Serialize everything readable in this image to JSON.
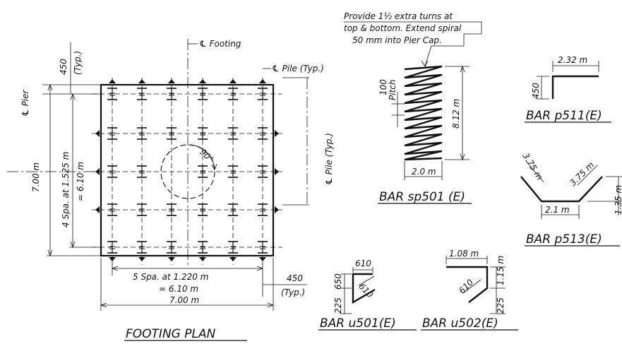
{
  "footing_plan": {
    "title": "FOOTING PLAN",
    "cl_footing": "℄ Footing",
    "cl_pile_top": "℄ Pile (Typ.)",
    "cl_pile_right": "℄ Pile (Typ.)",
    "cl_pier": "℄ Pier",
    "top_typ_dim": "450",
    "top_typ_label": "(Typ.)",
    "overall_v": "7.00 m",
    "spacing_v": "4 Spa. at 1.525 m",
    "spacing_v_total": "= 6.10 m",
    "angle": "90°",
    "spacing_h": "5 Spa. at 1.220 m",
    "spacing_h_total": "= 6.10 m",
    "overall_h": "7.00 m",
    "right_typ_dim": "450",
    "right_typ_label": "(Typ.)"
  },
  "spiral_note": {
    "line1": "Provide 1½ extra turns at",
    "line2": "top & bottom. Extend spiral",
    "line3": "50 mm into Pier Cap."
  },
  "bar_sp501": {
    "title": "BAR sp501 (E)",
    "pitch_value": "100",
    "pitch_label": "Pitch",
    "height": "8.12 m",
    "diameter": "2.0 m"
  },
  "bar_p511": {
    "title": "BAR p511(E)",
    "length": "2.32 m",
    "leg": "450"
  },
  "bar_p513": {
    "title": "BAR p513(E)",
    "left_leg": "3.75 m",
    "right_leg": "3.75 m",
    "base": "2.1 m",
    "height": "1.35 m"
  },
  "bar_u501": {
    "title": "BAR u501(E)",
    "top": "610",
    "diag": "610",
    "height": "650",
    "bottom": "225"
  },
  "bar_u502": {
    "title": "BAR u502(E)",
    "top": "1.08 m",
    "diag": "610",
    "height": "1.15 m",
    "bottom": "225"
  }
}
